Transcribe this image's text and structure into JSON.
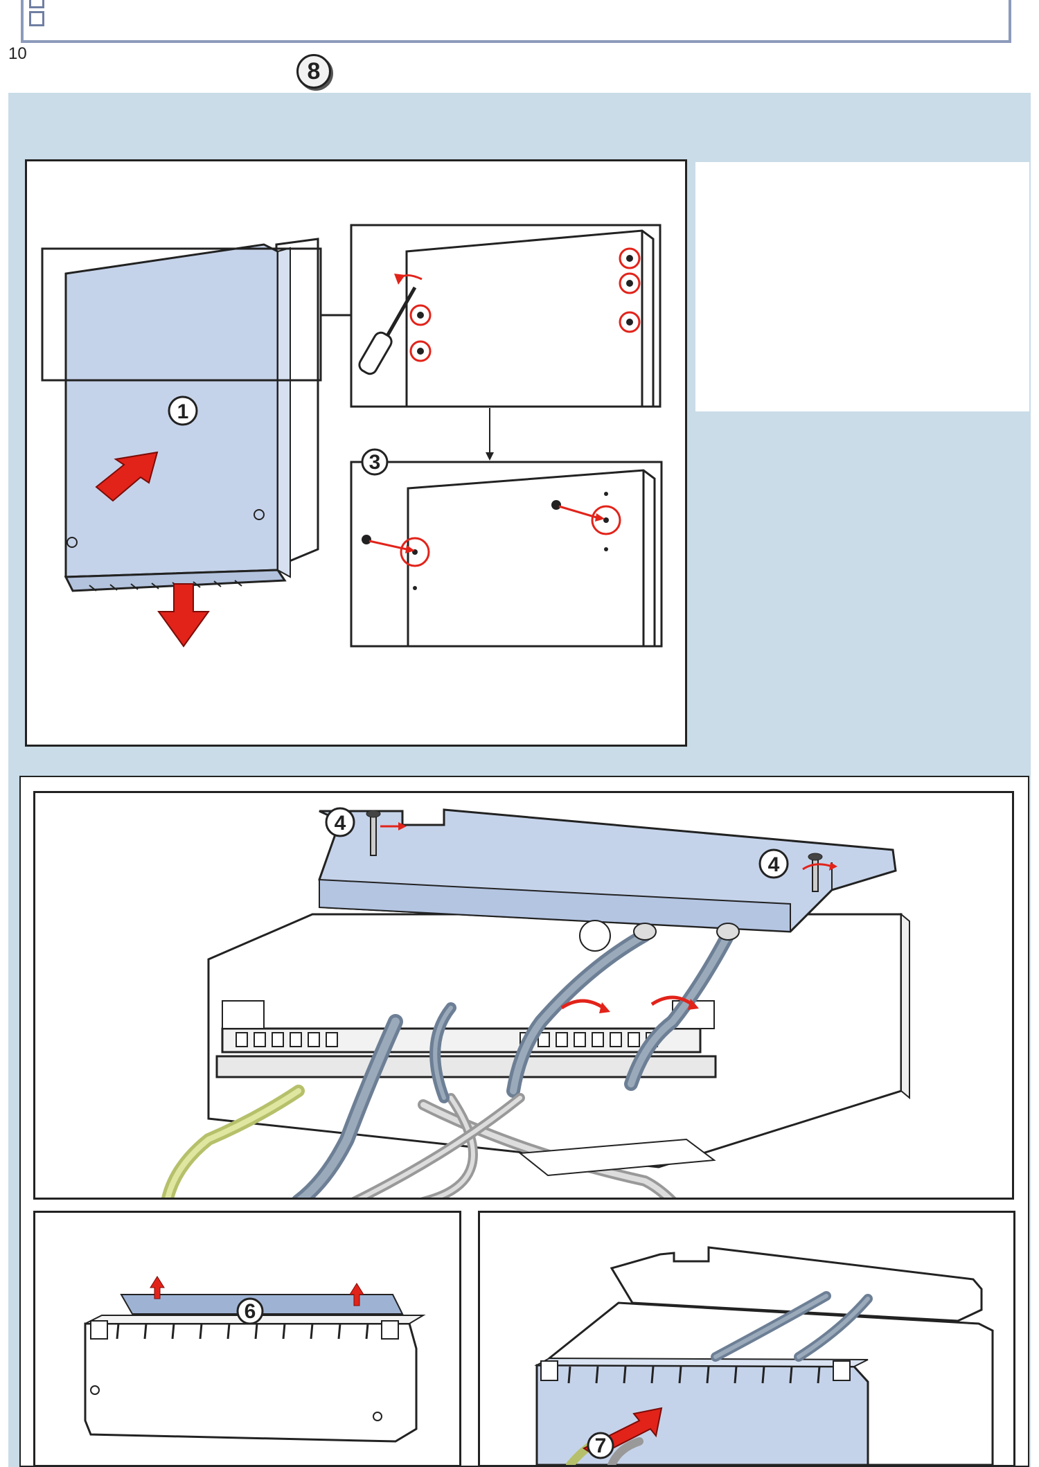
{
  "header": {
    "page_number": "10",
    "step_number": "8"
  },
  "figure_top": {
    "callouts": {
      "c1": "1",
      "c3": "3"
    }
  },
  "figure_main": {
    "callouts": {
      "c4a": "4",
      "c4b": "4"
    }
  },
  "figure_bottom_left": {
    "callouts": {
      "c6": "6"
    }
  },
  "figure_bottom_right": {
    "callouts": {
      "c7": "7"
    }
  },
  "colors": {
    "panel_blue": "#c9dce8",
    "cover_blue": "#c5d3ea",
    "arrow_red": "#e2231a",
    "line": "#222222"
  }
}
